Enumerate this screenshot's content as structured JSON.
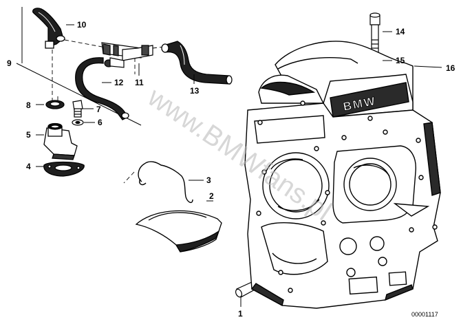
{
  "diagram": {
    "callouts": [
      {
        "id": "1",
        "text": "1"
      },
      {
        "id": "2",
        "text": "2"
      },
      {
        "id": "3",
        "text": "3"
      },
      {
        "id": "4",
        "text": "4"
      },
      {
        "id": "5",
        "text": "5"
      },
      {
        "id": "6",
        "text": "6"
      },
      {
        "id": "7",
        "text": "7"
      },
      {
        "id": "8",
        "text": "8"
      },
      {
        "id": "9",
        "text": "9"
      },
      {
        "id": "10",
        "text": "10"
      },
      {
        "id": "11",
        "text": "11"
      },
      {
        "id": "12",
        "text": "12"
      },
      {
        "id": "13",
        "text": "13"
      },
      {
        "id": "14",
        "text": "14"
      },
      {
        "id": "15",
        "text": "15"
      },
      {
        "id": "16",
        "text": "16"
      }
    ],
    "drawing_number": "00001117",
    "embossed_logo": "BMW",
    "watermark": "www.BMWfans.pl"
  },
  "colors": {
    "line": "#000000",
    "shade": "#2a2a2a",
    "background": "#ffffff",
    "watermark": "#b8b8b8"
  }
}
